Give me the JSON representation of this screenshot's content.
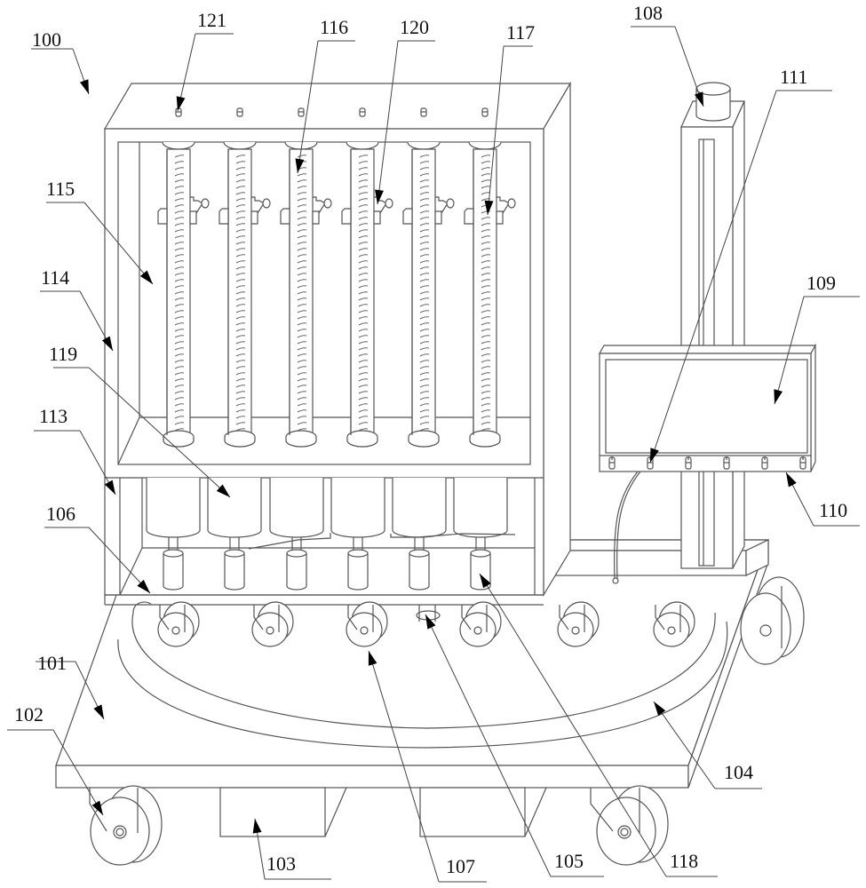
{
  "figure": {
    "type": "patent-line-drawing",
    "subject": "mobile multi-column test apparatus on wheeled base",
    "stroke_color": "#555555",
    "background_color": "#ffffff",
    "arrow_color": "#000000"
  },
  "callouts": [
    {
      "id": "100",
      "label": "100",
      "part": "overall-apparatus"
    },
    {
      "id": "121",
      "label": "121",
      "part": "top-nozzle"
    },
    {
      "id": "116",
      "label": "116",
      "part": "graduated-column"
    },
    {
      "id": "120",
      "label": "120",
      "part": "column-clamp"
    },
    {
      "id": "117",
      "label": "117",
      "part": "column-scale"
    },
    {
      "id": "108",
      "label": "108",
      "part": "column-top-motor"
    },
    {
      "id": "111",
      "label": "111",
      "part": "panel-connector"
    },
    {
      "id": "115",
      "label": "115",
      "part": "upper-cabinet-chamber"
    },
    {
      "id": "109",
      "label": "109",
      "part": "display-panel"
    },
    {
      "id": "114",
      "label": "114",
      "part": "cabinet-frame"
    },
    {
      "id": "119",
      "label": "119",
      "part": "cylinder-reservoir"
    },
    {
      "id": "113",
      "label": "113",
      "part": "lower-cabinet"
    },
    {
      "id": "110",
      "label": "110",
      "part": "connector-strip"
    },
    {
      "id": "106",
      "label": "106",
      "part": "cabinet-base-plate"
    },
    {
      "id": "101",
      "label": "101",
      "part": "base-platform"
    },
    {
      "id": "102",
      "label": "102",
      "part": "base-caster"
    },
    {
      "id": "104",
      "label": "104",
      "part": "circular-track"
    },
    {
      "id": "103",
      "label": "103",
      "part": "under-box"
    },
    {
      "id": "107",
      "label": "107",
      "part": "cabinet-caster"
    },
    {
      "id": "105",
      "label": "105",
      "part": "center-shaft"
    },
    {
      "id": "118",
      "label": "118",
      "part": "valve-cup"
    }
  ],
  "components": {
    "column_count": 6,
    "nozzle_count": 6,
    "connector_count": 6,
    "cabinet_caster_count": 6
  }
}
